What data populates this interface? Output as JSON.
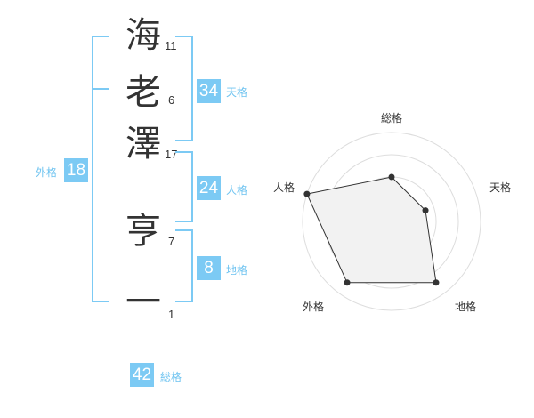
{
  "name": {
    "surname": [
      {
        "char": "海",
        "strokes": "11"
      },
      {
        "char": "老",
        "strokes": "6"
      },
      {
        "char": "澤",
        "strokes": "17"
      }
    ],
    "given": [
      {
        "char": "亨",
        "strokes": "7"
      },
      {
        "char": "一",
        "strokes": "1"
      }
    ]
  },
  "fortunes": {
    "tenkaku": {
      "value": "34",
      "label": "天格"
    },
    "jinkaku": {
      "value": "24",
      "label": "人格"
    },
    "chikaku": {
      "value": "8",
      "label": "地格"
    },
    "gaikaku": {
      "value": "18",
      "label": "外格"
    },
    "soukaku": {
      "value": "42",
      "label": "総格"
    }
  },
  "colors": {
    "accent": "#7ccaf4",
    "text": "#333333",
    "grid": "#dddddd"
  },
  "radar": {
    "axes": [
      "総格",
      "天格",
      "地格",
      "外格",
      "人格"
    ],
    "levels": 4,
    "values": [
      0.5,
      0.4,
      0.85,
      0.85,
      1.0
    ]
  }
}
